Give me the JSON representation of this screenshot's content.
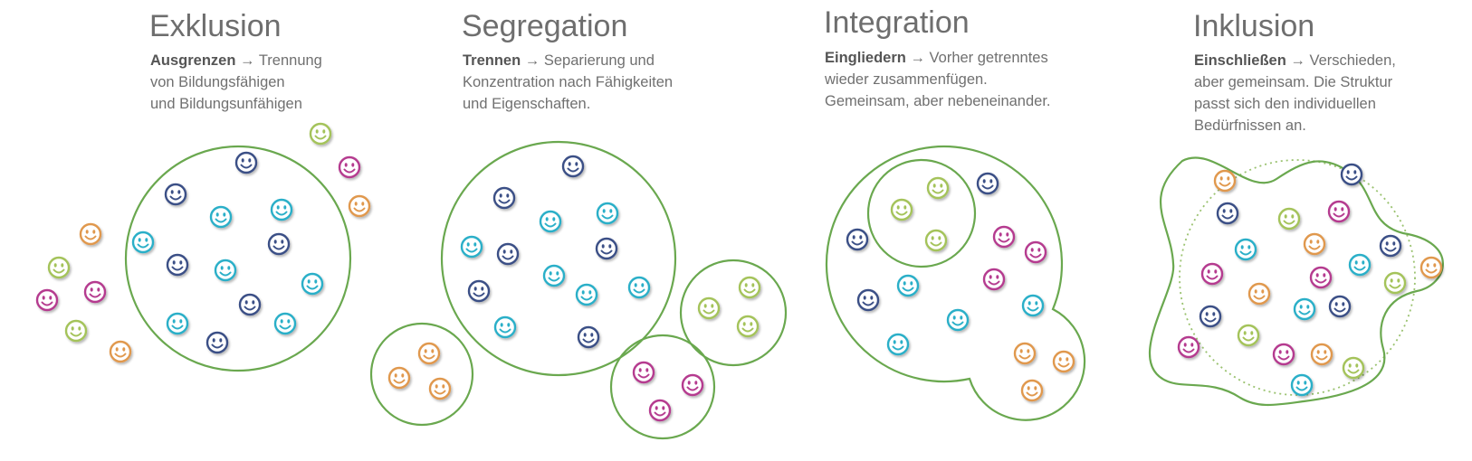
{
  "colors": {
    "outline": "#6aa84f",
    "navy": "#3a4f86",
    "teal": "#2aafc8",
    "lime": "#a4c35a",
    "magenta": "#b53a8f",
    "orange": "#e0984e"
  },
  "panels": [
    {
      "title": "Exklusion",
      "keyword": "Ausgrenzen",
      "arrow": "→",
      "lines": [
        "Trennung",
        "von Bildungsfähigen",
        "und Bildungsunfähigen"
      ]
    },
    {
      "title": "Segregation",
      "keyword": "Trennen",
      "arrow": "→",
      "lines": [
        "Separierung und",
        "Konzentration nach Fähigkeiten",
        "und Eigenschaften."
      ]
    },
    {
      "title": "Integration",
      "keyword": "Eingliedern",
      "arrow": "→",
      "lines": [
        "Vorher getrenntes",
        "wieder zusammenfügen.",
        "Gemeinsam, aber nebeneinander."
      ]
    },
    {
      "title": "Inklusion",
      "keyword": "Einschließen",
      "arrow": "→",
      "lines": [
        "Verschieden,",
        "aber gemeinsam. Die Struktur",
        "passt sich den individuellen",
        "Bedürfnissen an."
      ]
    }
  ],
  "icon": "smiley-face-icon"
}
